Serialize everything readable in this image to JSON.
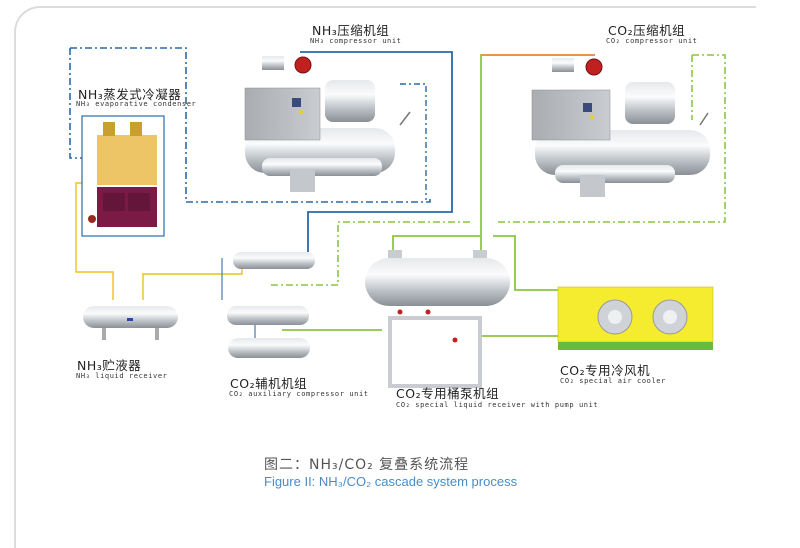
{
  "components": {
    "nh3_compressor": {
      "zh": "NH₃压缩机组",
      "en": "NH₃ compressor unit"
    },
    "co2_compressor": {
      "zh": "CO₂压缩机组",
      "en": "CO₂ compressor unit"
    },
    "nh3_condenser": {
      "zh": "NH₃蒸发式冷凝器",
      "en": "NH₃ evaporative condenser"
    },
    "nh3_receiver": {
      "zh": "NH₃贮液器",
      "en": "NH₃ liquid receiver"
    },
    "co2_aux": {
      "zh": "CO₂辅机机组",
      "en": "CO₂ auxiliary compressor unit"
    },
    "co2_pump": {
      "zh": "CO₂专用桶泵机组",
      "en": "CO₂ special liquid receiver with pump unit"
    },
    "co2_cooler": {
      "zh": "CO₂专用冷风机",
      "en": "CO₂ special air cooler"
    }
  },
  "caption": {
    "zh": "图二：NH₃/CO₂ 复叠系统流程",
    "en": "Figure II: NH₃/CO₂ cascade system process"
  },
  "colors": {
    "nh3_line": "#2a6aa8",
    "co2_line": "#8cc63f",
    "liquid_line": "#f0c020",
    "hot_line": "#e8904a",
    "caption_en": "#4a8cc8"
  }
}
